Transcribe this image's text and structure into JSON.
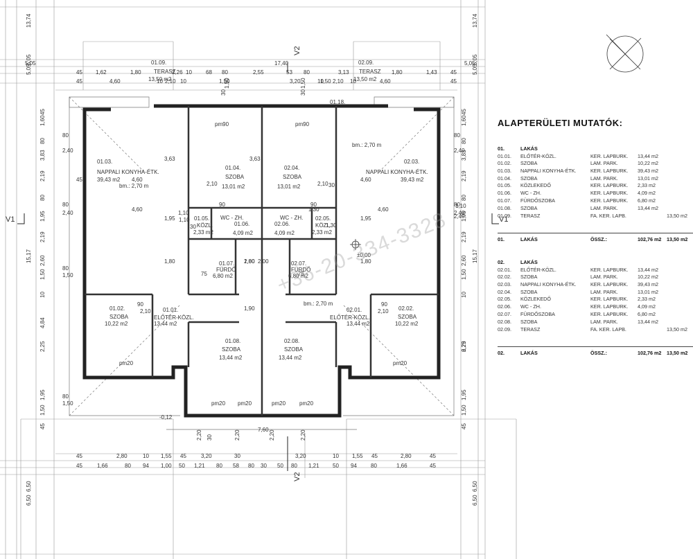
{
  "table": {
    "title": "ALAPTERÜLETI MUTATÓK:",
    "unit1": {
      "code": "01.",
      "label": "LAKÁS",
      "rooms": [
        {
          "code": "01.01.",
          "name": "ELŐTÉR-KÖZL.",
          "finish": "KER. LAPBURK.",
          "area": "13,44 m2"
        },
        {
          "code": "01.02.",
          "name": "SZOBA",
          "finish": "LAM. PARK.",
          "area": "10,22 m2"
        },
        {
          "code": "01.03.",
          "name": "NAPPALI KONYHA-ÉTK.",
          "finish": "KER. LAPBURK.",
          "area": "39,43 m2"
        },
        {
          "code": "01.04.",
          "name": "SZOBA",
          "finish": "LAM. PARK.",
          "area": "13,01 m2"
        },
        {
          "code": "01.05.",
          "name": "KÖZLEKEDŐ",
          "finish": "KER. LAPBURK.",
          "area": "2,33 m2"
        },
        {
          "code": "01.06.",
          "name": "WC - ZH.",
          "finish": "KER. LAPBURK.",
          "area": "4,09 m2"
        },
        {
          "code": "01.07.",
          "name": "FÜRDŐSZOBA",
          "finish": "KER. LAPBURK.",
          "area": "6,80 m2"
        },
        {
          "code": "01.08.",
          "name": "SZOBA",
          "finish": "LAM. PARK.",
          "area": "13,44 m2"
        }
      ],
      "terrace": {
        "code": "01.09.",
        "name": "TERASZ",
        "finish": "FA. KER. LAPB.",
        "area": "13,50 m2"
      },
      "total": {
        "code": "01.",
        "name": "LAKÁS",
        "label": "ÖSSZ.:",
        "area": "102,76 m2",
        "terrace": "13,50 m2"
      }
    },
    "unit2": {
      "code": "02.",
      "label": "LAKÁS",
      "rooms": [
        {
          "code": "02.01.",
          "name": "ELŐTÉR-KÖZL.",
          "finish": "KER. LAPBURK.",
          "area": "13,44 m2"
        },
        {
          "code": "02.02.",
          "name": "SZOBA",
          "finish": "LAM. PARK.",
          "area": "10,22 m2"
        },
        {
          "code": "02.03.",
          "name": "NAPPALI KONYHA-ÉTK.",
          "finish": "KER. LAPBURK.",
          "area": "39,43 m2"
        },
        {
          "code": "02.04.",
          "name": "SZOBA",
          "finish": "LAM. PARK.",
          "area": "13,01 m2"
        },
        {
          "code": "02.05.",
          "name": "KÖZLEKEDŐ",
          "finish": "KER. LAPBURK.",
          "area": "2,33 m2"
        },
        {
          "code": "02.06.",
          "name": "WC - ZH.",
          "finish": "KER. LAPBURK.",
          "area": "4,09 m2"
        },
        {
          "code": "02.07.",
          "name": "FÜRDŐSZOBA",
          "finish": "KER. LAPBURK.",
          "area": "6,80 m2"
        },
        {
          "code": "02.08.",
          "name": "SZOBA",
          "finish": "LAM. PARK.",
          "area": "13,44 m2"
        }
      ],
      "terrace": {
        "code": "02.09.",
        "name": "TERASZ",
        "finish": "FA. KER. LAPB.",
        "area": "13,50 m2"
      },
      "total": {
        "code": "02.",
        "name": "LAKÁS",
        "label": "ÖSSZ.:",
        "area": "102,76 m2",
        "terrace": "13,50 m2"
      }
    }
  },
  "watermark": "+36-20-334-3328",
  "section_marks": {
    "v1_left": "V1",
    "v1_right": "V1",
    "v2_top": "V2",
    "v2_bottom": "V2"
  },
  "level_marks": {
    "zero": "±0,00",
    "entrance": "-0,12"
  },
  "rooms": {
    "r0103": {
      "code": "01.03.",
      "name": "NAPPALI KONYHA-ÉTK.",
      "area": "39,43 m2",
      "height": "bm.: 2,70 m"
    },
    "r0104": {
      "code": "01.04.",
      "name": "SZOBA",
      "area": "13,01 m2",
      "dim": "3,20"
    },
    "r0204": {
      "code": "02.04.",
      "name": "SZOBA",
      "area": "13,01 m2",
      "dim": "3,20"
    },
    "r0203": {
      "code": "02.03.",
      "name": "NAPPALI KONYHA-ÉTK.",
      "area": "39,43 m2",
      "height": "bm.: 2,70 m"
    },
    "r0106": {
      "code": "01.06.",
      "name": "WC - ZH.",
      "area": "4,09 m2"
    },
    "r0206": {
      "code": "02.06.",
      "name": "WC - ZH.",
      "area": "4,09 m2"
    },
    "r0105": {
      "code": "01.05.",
      "name": "KÖZL.",
      "area": "2,33 m2"
    },
    "r0205": {
      "code": "02.05.",
      "name": "KÖZL.",
      "area": "2,33 m2"
    },
    "r0107": {
      "code": "01.07.",
      "name": "FÜRDŐ",
      "area": "6,80 m2"
    },
    "r0207": {
      "code": "02.07.",
      "name": "FÜRDŐ",
      "area": "6,80 m2"
    },
    "r0102": {
      "code": "01.02.",
      "name": "SZOBA",
      "area": "10,22 m2"
    },
    "r0202": {
      "code": "02.02.",
      "name": "SZOBA",
      "area": "10,22 m2"
    },
    "r0101": {
      "code": "01.01.",
      "name": "ELŐTÉR-KÖZL.",
      "area": "13,44 m2"
    },
    "r0201": {
      "code": "02.01.",
      "name": "ELŐTÉR-KÖZL.",
      "area": "13,44 m2"
    },
    "r0108": {
      "code": "01.08.",
      "name": "SZOBA",
      "area": "13,44 m2"
    },
    "r0208": {
      "code": "02.08.",
      "name": "SZOBA",
      "area": "13,44 m2"
    },
    "r0109": {
      "code": "01.09.",
      "name": "TERASZ",
      "area": "13,50 m2"
    },
    "r0209": {
      "code": "02.09.",
      "name": "TERASZ",
      "area": "13,50 m2"
    },
    "r0118": {
      "code": "01.18."
    },
    "hall_height": "bm.: 2,70 m"
  },
  "door_marks": {
    "pm90": "pm90",
    "pm20": "pm20"
  },
  "dims": {
    "top_total": "17,40",
    "top_half_left": "5,05",
    "top_half_right": "5,05",
    "top_row": [
      "45",
      "1,62",
      "1,80",
      "2,26",
      "10",
      "68",
      "80",
      "2,55",
      "53",
      "80",
      "3,13",
      "1,80",
      "1,43",
      "45"
    ],
    "top_row2": [
      "45",
      "4,60",
      "10",
      "2,10",
      "10",
      "1,50",
      "3,20",
      "10",
      "1,50",
      "2,10",
      "10",
      "4,60",
      "45"
    ],
    "top_row3": [
      "30",
      "1,50",
      "30",
      "1,50"
    ],
    "bottom_row1": [
      "45",
      "2,80",
      "10",
      "1,55",
      "45",
      "3,20",
      "30",
      "3,20",
      "10",
      "1,55",
      "45",
      "2,80",
      "45"
    ],
    "bottom_row2": [
      "45",
      "1,66",
      "80",
      "94",
      "1,00",
      "50",
      "1,21",
      "80",
      "58",
      "80",
      "30",
      "50",
      "80",
      "1,21",
      "50",
      "94",
      "80",
      "1,66",
      "45"
    ],
    "bottom_total": "7,60",
    "bottom_mid": [
      "2,20",
      "30",
      "2,20",
      "2,20",
      "2,20"
    ],
    "left_outer": [
      "13,74",
      "5,05",
      "5,05",
      "15,17",
      "6,50",
      "6,50"
    ],
    "left_inner": [
      "45",
      "1,60",
      "80",
      "3,83",
      "2,19",
      "80",
      "1,95",
      "2,19",
      "2,60",
      "1,50",
      "10",
      "4,84",
      "2,25",
      "1,95",
      "1,50",
      "45"
    ],
    "left_inner2": [
      "80",
      "2,40",
      "45",
      "80",
      "2,40",
      "80",
      "1,50",
      "80",
      "1,50"
    ],
    "right_outer": [
      "13,74",
      "5,05",
      "5,05",
      "15,17",
      "6,50",
      "6,50"
    ],
    "right_inner": [
      "45",
      "1,60",
      "80",
      "3,83",
      "2,19",
      "80",
      "1,95",
      "2,19",
      "2,60",
      "1,50",
      "10",
      "6,79",
      "2,25",
      "1,95",
      "1,50",
      "45"
    ],
    "right_inner2": [
      "80",
      "2,40",
      "80",
      "2,40",
      "1,10",
      "2,40"
    ],
    "interior": [
      "4,60",
      "4,60",
      "4,60",
      "4,60",
      "3,63",
      "3,63",
      "1,95",
      "1,95",
      "1,80",
      "1,80",
      "1,80",
      "1,90",
      "2,10",
      "2,10",
      "90",
      "90",
      "75",
      "75",
      "1,10",
      "1,30",
      "1,10",
      "1,30",
      "2,00",
      "2,00",
      "30",
      "30",
      "2,10",
      "2,10",
      "90",
      "90"
    ]
  }
}
